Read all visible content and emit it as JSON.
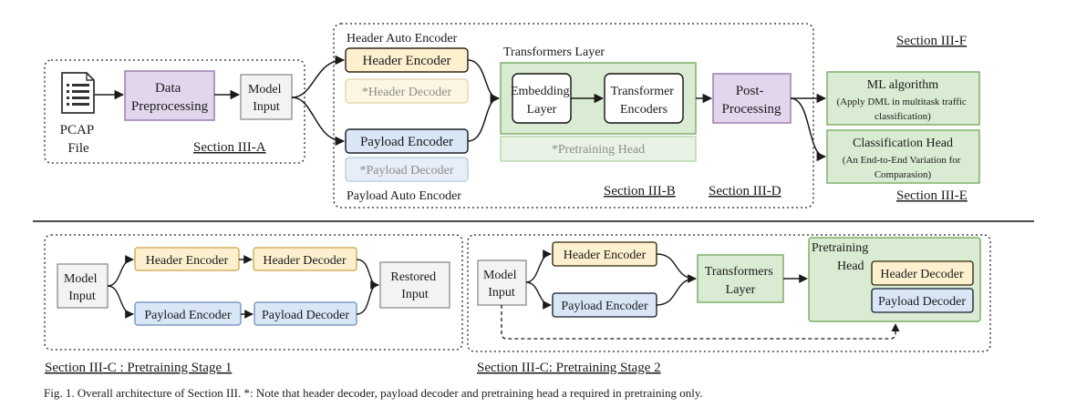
{
  "top": {
    "pcap_file": [
      "PCAP",
      "File"
    ],
    "data_preprocessing": [
      "Data",
      "Preprocessing"
    ],
    "model_input": [
      "Model",
      "Input"
    ],
    "header_ae_title": "Header Auto Encoder",
    "header_encoder": "Header Encoder",
    "header_decoder": "*Header Decoder",
    "payload_encoder": "Payload Encoder",
    "payload_decoder": "*Payload Decoder",
    "payload_ae_title": "Payload Auto Encoder",
    "transformers_layer_title": "Transformers Layer",
    "embedding_layer": [
      "Embedding",
      "Layer"
    ],
    "transformer_encoders": [
      "Transformer",
      "Encoders"
    ],
    "pretraining_head": "*Pretraining Head",
    "post_processing": [
      "Post-",
      "Processing"
    ],
    "ml_algorithm_title": "ML algorithm",
    "ml_algorithm_sub": [
      "(Apply DML in multitask traffic",
      "classification)"
    ],
    "classification_head_title": "Classification Head",
    "classification_head_sub": [
      "(An End-to-End Variation for",
      "Comparasion)"
    ],
    "sec_a": "Section III-A",
    "sec_b": "Section III-B",
    "sec_d": "Section III-D",
    "sec_e": "Section III-E",
    "sec_f": "Section III-F"
  },
  "stage1": {
    "model_input": [
      "Model",
      "Input"
    ],
    "header_encoder": "Header Encoder",
    "header_decoder": "Header Decoder",
    "payload_encoder": "Payload Encoder",
    "payload_decoder": "Payload Decoder",
    "restored_input": [
      "Restored",
      "Input"
    ],
    "label": "Section III-C : Pretraining Stage 1"
  },
  "stage2": {
    "model_input": [
      "Model",
      "Input"
    ],
    "header_encoder": "Header Encoder",
    "payload_encoder": "Payload Encoder",
    "transformers_layer": [
      "Transformers",
      "Layer"
    ],
    "pretraining_head": [
      "Pretraining",
      "Head"
    ],
    "header_decoder": "Header Decoder",
    "payload_decoder": "Payload Decoder",
    "label": "Section III-C: Pretraining Stage 2"
  },
  "caption": "Fig. 1. Overall architecture of Section III. *: Note that header decoder, payload decoder and pretraining head a required in pretraining only.",
  "colors": {
    "purple_fill": "#e2d5ec",
    "purple_stroke": "#9a7fb3",
    "yellow_fill": "#fdf0cf",
    "yellow_stroke": "#d4b060",
    "blue_fill": "#d9e6f6",
    "blue_stroke": "#7f9cc4",
    "green_fill": "#d9ebd2",
    "green_stroke": "#7fb06a",
    "gray_fill": "#f3f3f3",
    "gray_stroke": "#8c8c8c"
  }
}
